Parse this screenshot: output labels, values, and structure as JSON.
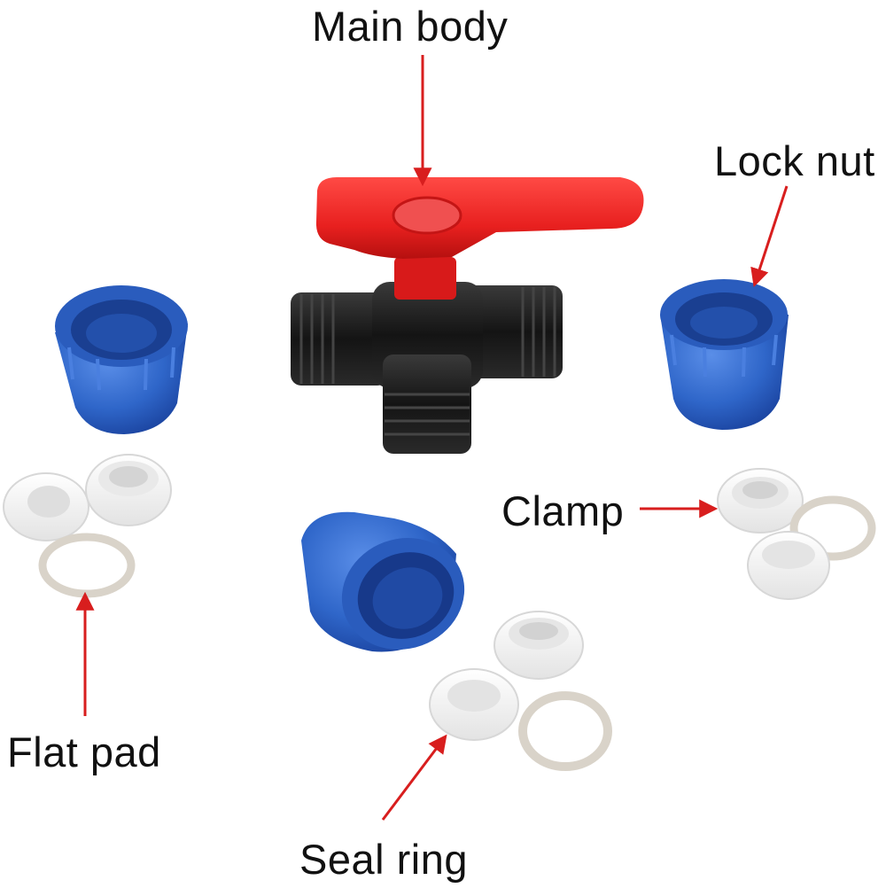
{
  "labels": {
    "main_body": "Main body",
    "lock_nut": "Lock nut",
    "clamp": "Clamp",
    "flat_pad": "Flat pad",
    "seal_ring": "Seal ring"
  },
  "colors": {
    "handle_red": "#e8201f",
    "body_black": "#1a1a1a",
    "nut_blue": "#2f66c9",
    "clamp_white": "#f3f3f3",
    "pad_grey": "#d9d3c9",
    "arrow_red": "#d81e1e"
  }
}
